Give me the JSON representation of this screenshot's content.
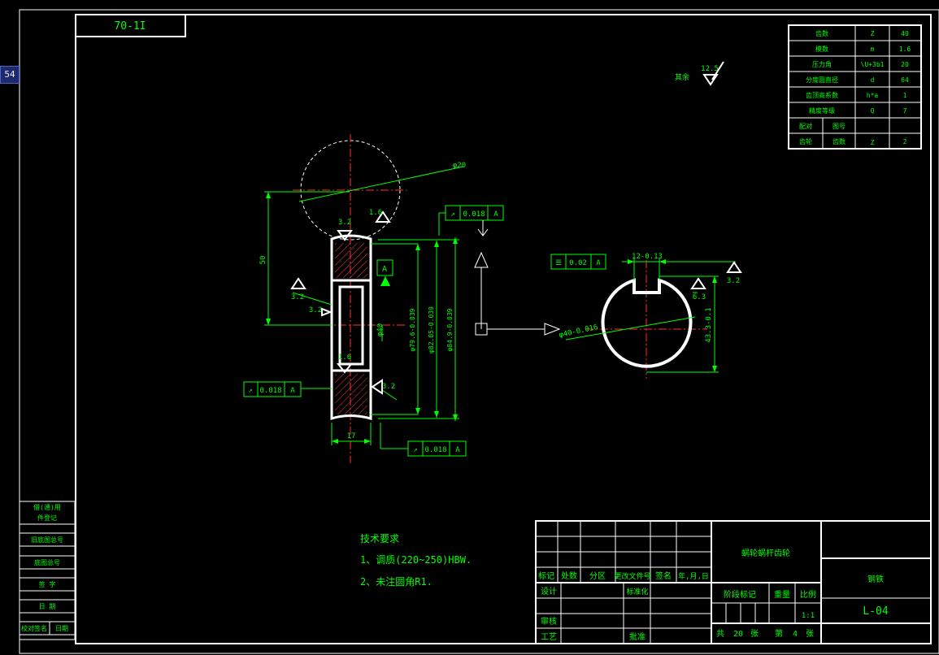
{
  "side_tab": {
    "label": "54"
  },
  "drawing_code_rotated": "70-1I",
  "colors": {
    "frame": "#ffffff",
    "dimension": "#00ff00",
    "center_line": "#ff0000",
    "background": "#000000"
  },
  "surface_note": {
    "label": "其余",
    "roughness": "12.5"
  },
  "gear_params": [
    {
      "name": "齿数",
      "symbol": "Z",
      "value": "40"
    },
    {
      "name": "模数",
      "symbol": "m",
      "value": "1.6"
    },
    {
      "name": "压力角",
      "symbol": "\\U+3b1",
      "value": "20"
    },
    {
      "name": "分度圆直径",
      "symbol": "d",
      "value": "64"
    },
    {
      "name": "齿顶高系数",
      "symbol": "h*a",
      "value": "1"
    },
    {
      "name": "精度等级",
      "symbol": "Q",
      "value": "7"
    },
    {
      "name": "配对",
      "symbol": "图号",
      "value": ""
    },
    {
      "name": "齿轮",
      "symbol": "齿数",
      "value": "2"
    }
  ],
  "gear_params_sub_symbol": "Z",
  "gear_view": {
    "tolerance_top": {
      "symbol": "↗",
      "value": "0.018",
      "datum": "A"
    },
    "tolerance_left": {
      "symbol": "↗",
      "value": "0.018",
      "datum": "A"
    },
    "tolerance_bottom": {
      "symbol": "↗",
      "value": "0.018",
      "datum": "A"
    },
    "datum_label": "A",
    "dim_circle": "φ20",
    "dim_height": "50",
    "dim_bore": "φ40",
    "dim_d1": "φ79.6-0.039",
    "dim_d2": "φ82.05-0.039",
    "dim_d3": "φ84.9-0.039",
    "dim_width": "17",
    "roughness_left": "3.2",
    "roughness_top": "3.2",
    "roughness_right": "1.6",
    "roughness_side": "3.2",
    "roughness_inner": "1.6",
    "roughness_lower": "3.2"
  },
  "hub_view": {
    "tolerance": {
      "symbol": "☰",
      "value": "0.02",
      "datum": "A"
    },
    "dim_key": "12-0.13",
    "dim_height": "43.3-0.1",
    "dim_bore": "φ40-0.016",
    "roughness_top": "3.2",
    "roughness_key": "6.3"
  },
  "tech_requirements": {
    "title": "技术要求",
    "items": [
      "1、调质(220~250)HBW.",
      "2、未注圆角R1."
    ]
  },
  "left_strip": [
    "借(通)用",
    "件登记",
    "旧底图总号",
    "底图总号",
    "签  字",
    "日  期",
    "校对签名",
    "日期"
  ],
  "title_block": {
    "part_name": "蜗轮蜗杆齿轮",
    "material": "钢铁",
    "drawing_no": "L-04",
    "header_cells": [
      "标记",
      "处数",
      "分区",
      "更改文件号",
      "签名",
      "年,月,日"
    ],
    "row_labels": [
      "设计",
      "标准化",
      "审核",
      "工艺",
      "批准"
    ],
    "stage_mark": "阶段标记",
    "weight": "重量",
    "scale": "比例",
    "scale_value": "1:1",
    "sheet_total_label": "共",
    "sheet_total": "20",
    "sheet_unit": "张",
    "sheet_no_label": "第",
    "sheet_no": "4",
    "sheet_no_unit": "张"
  }
}
